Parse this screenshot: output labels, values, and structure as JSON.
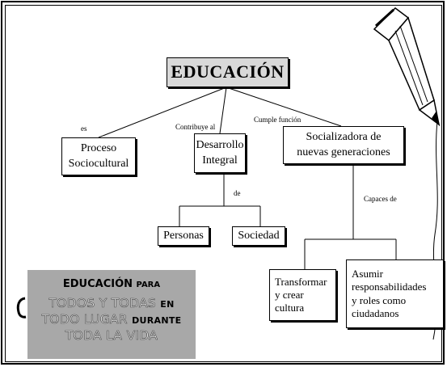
{
  "root": "EDUCACIÓN",
  "edge_labels": {
    "es": "es",
    "contribuye": "Contribuye al",
    "cumple": "Cumple función",
    "de": "de",
    "capaces": "Capaces de"
  },
  "nodes": {
    "proceso": [
      "Proceso",
      "Sociocultural"
    ],
    "desarrollo": [
      "Desarrollo",
      "Integral"
    ],
    "social": [
      "Socializadora de",
      "nuevas generaciones"
    ],
    "personas": "Personas",
    "sociedad": "Sociedad",
    "transformar": [
      "Transformar",
      "y  crear",
      "cultura"
    ],
    "asumir": [
      "Asumir",
      "responsabilidades",
      "y  roles como",
      "ciudadanos"
    ]
  },
  "banner": {
    "title": "EDUCACIÓN",
    "title_suffix": "PARA",
    "line1": "TODOS Y TODAS",
    "line1_suffix": "EN",
    "line2": "TODO LUGAR",
    "line2_suffix": "DURANTE",
    "line3": "TODA LA VIDA"
  }
}
